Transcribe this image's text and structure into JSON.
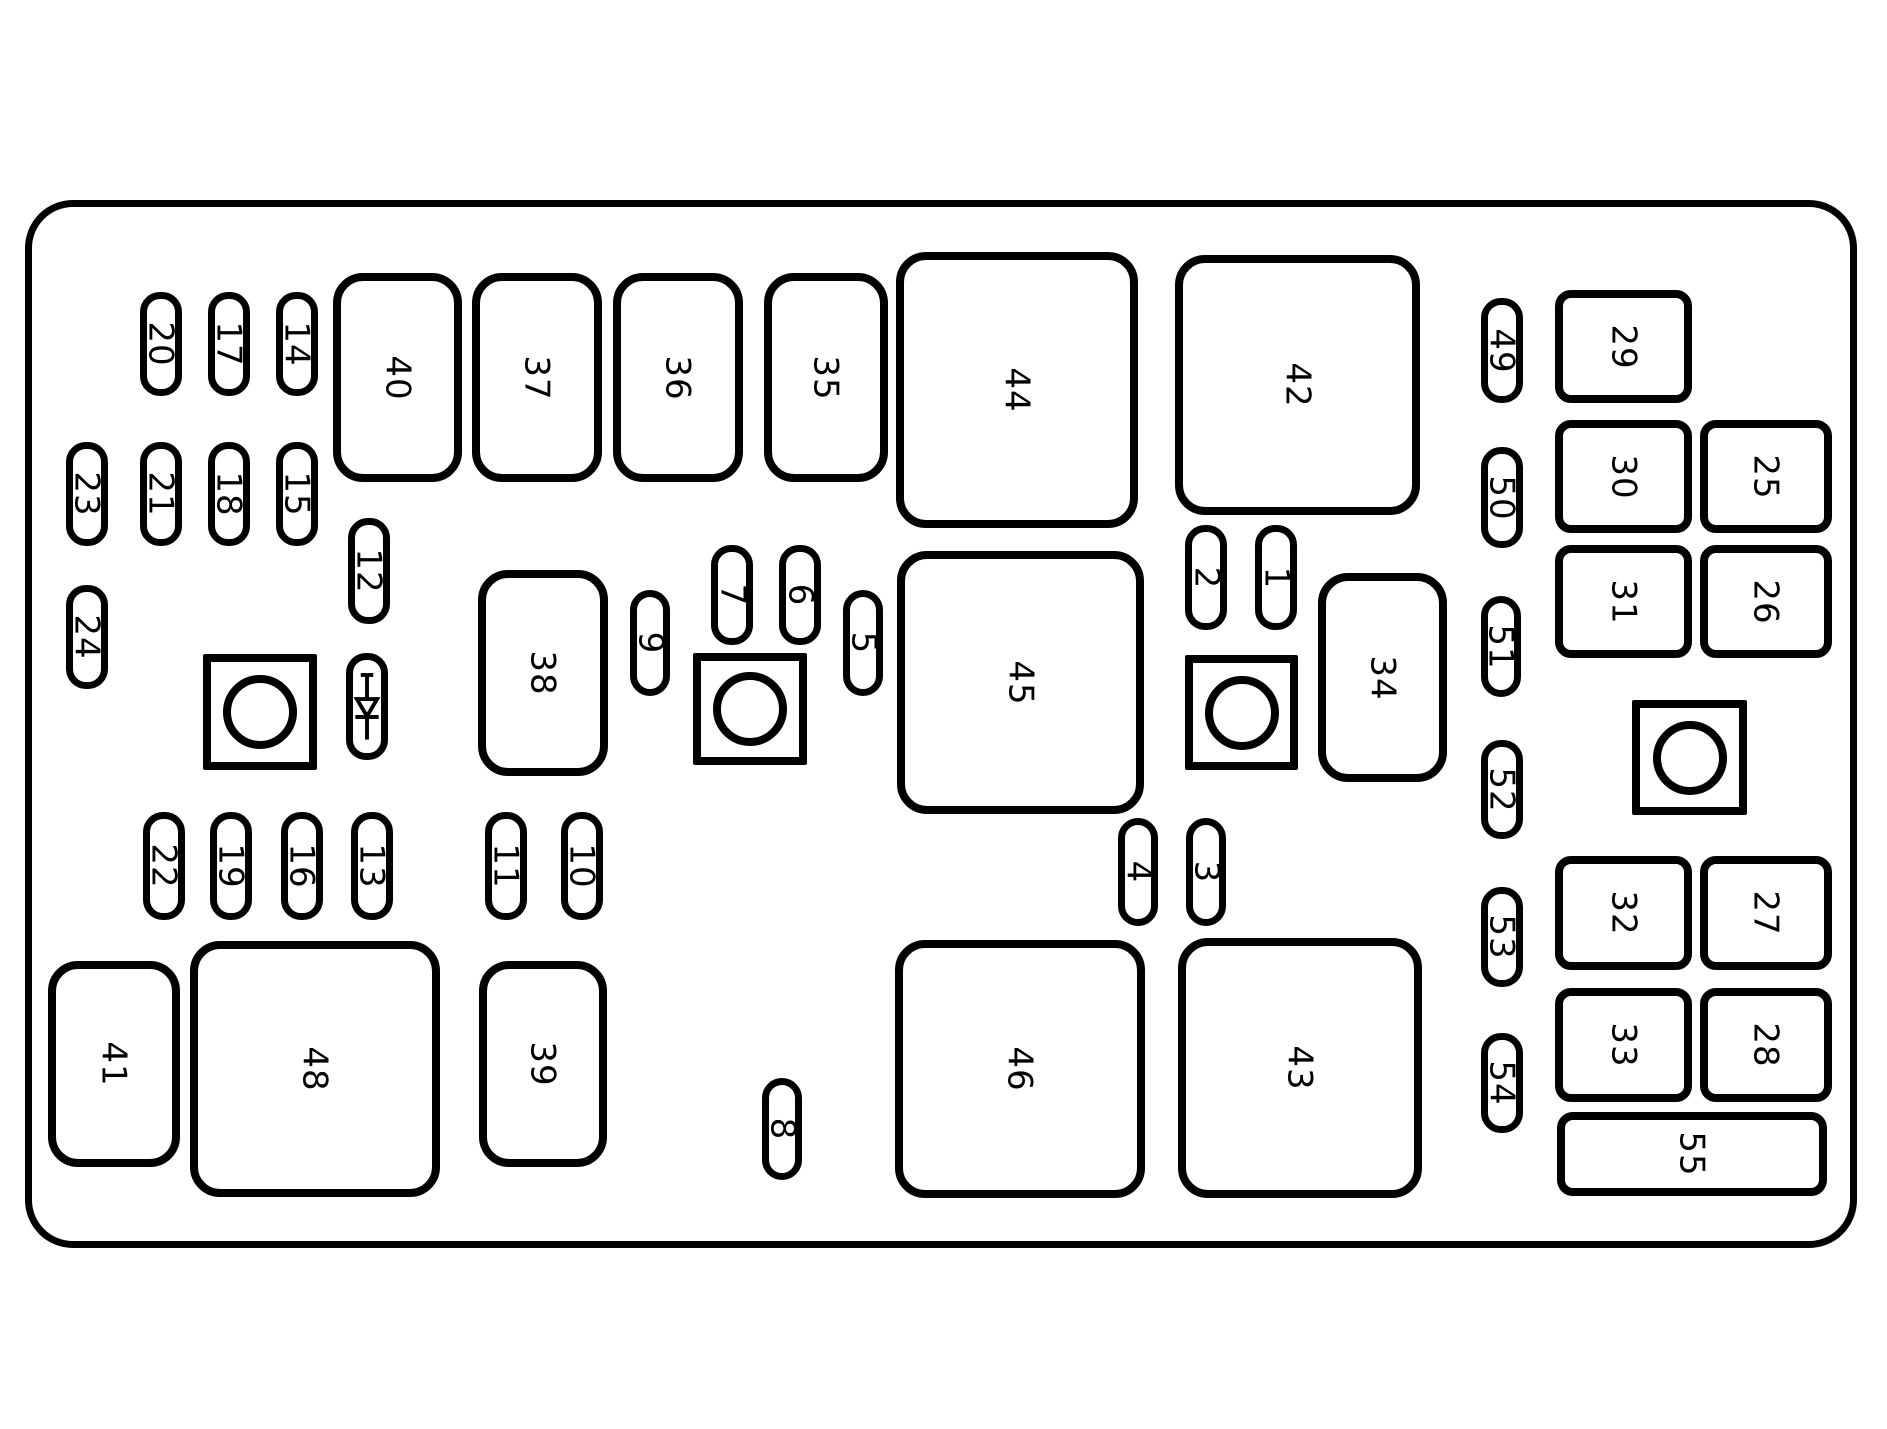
{
  "colors": {
    "ink": "#000000",
    "paper": "#ffffff"
  },
  "labels": {
    "1": "1",
    "2": "2",
    "3": "3",
    "4": "4",
    "5": "5",
    "6": "6",
    "7": "7",
    "8": "8",
    "9": "9",
    "10": "10",
    "11": "11",
    "12": "12",
    "13": "13",
    "14": "14",
    "15": "15",
    "16": "16",
    "17": "17",
    "18": "18",
    "19": "19",
    "20": "20",
    "21": "21",
    "22": "22",
    "23": "23",
    "24": "24",
    "25": "25",
    "26": "26",
    "27": "27",
    "28": "28",
    "29": "29",
    "30": "30",
    "31": "31",
    "32": "32",
    "33": "33",
    "34": "34",
    "35": "35",
    "36": "36",
    "37": "37",
    "38": "38",
    "39": "39",
    "40": "40",
    "41": "41",
    "42": "42",
    "43": "43",
    "44": "44",
    "45": "45",
    "46": "46",
    "48": "48",
    "49": "49",
    "50": "50",
    "51": "51",
    "52": "52",
    "53": "53",
    "54": "54",
    "55": "55"
  }
}
